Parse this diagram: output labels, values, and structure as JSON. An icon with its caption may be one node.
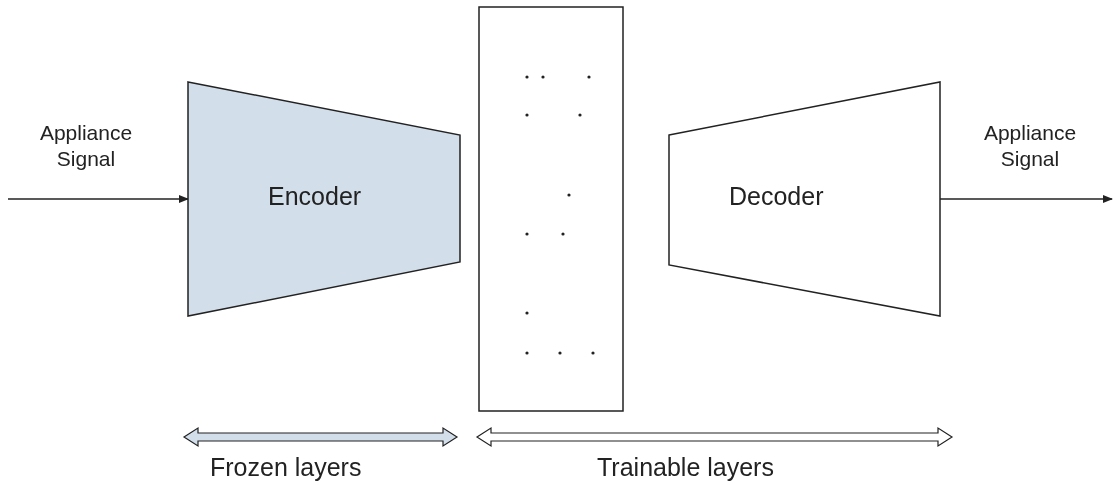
{
  "diagram": {
    "nodes": [
      {
        "text": [
          "Encoder"
        ]
      },
      {
        "text": [],
        "shape": "box"
      },
      {
        "text": [
          "Decoder"
        ]
      }
    ],
    "edges": [
      {
        "from": null,
        "to": 0,
        "arrow": "to",
        "label": "Appliance Signal"
      },
      {
        "from": 2,
        "to": null,
        "arrow": "to",
        "label": "Appliance Signal"
      }
    ],
    "labels": [
      "Frozen layers",
      "Trainable layers"
    ]
  }
}
